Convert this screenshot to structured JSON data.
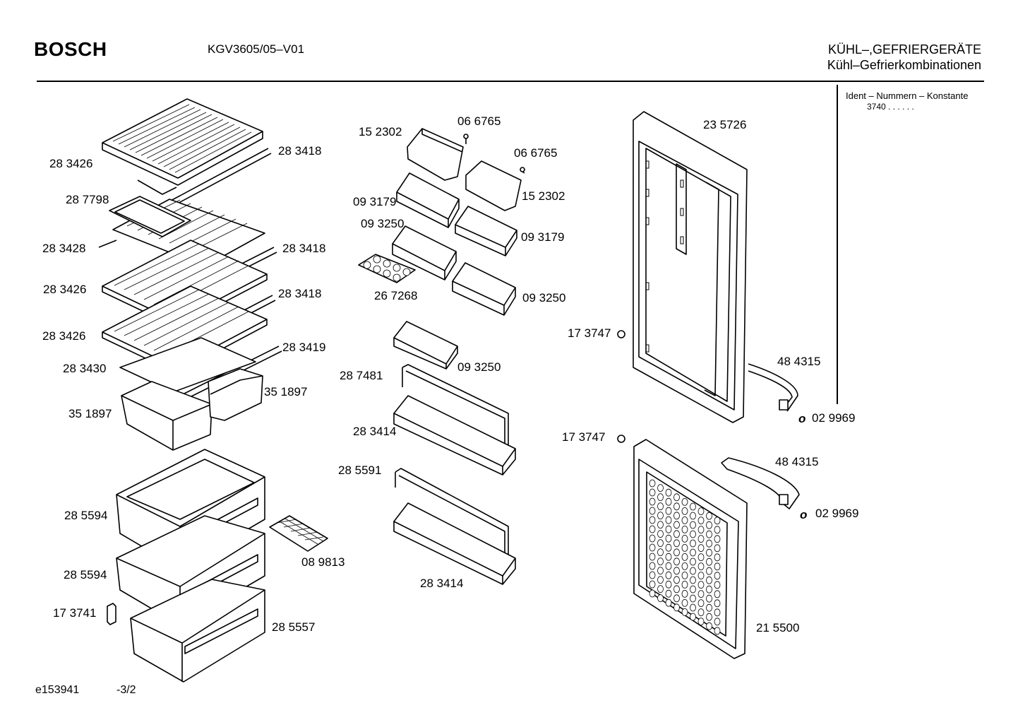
{
  "header": {
    "brand": "BOSCH",
    "model": "KGV3605/05–V01",
    "category_line1": "KÜHL–,GEFRIERGERÄTE",
    "category_line2": "Kühl–Gefrierkombinationen"
  },
  "ident": {
    "title": "Ident – Nummern – Konstante",
    "value": "3740  .  .     .  .  .  ."
  },
  "parts": [
    {
      "id": "p1",
      "label": "28 3426"
    },
    {
      "id": "p2",
      "label": "28 3418"
    },
    {
      "id": "p3",
      "label": "28 7798"
    },
    {
      "id": "p4",
      "label": "28 3428"
    },
    {
      "id": "p5",
      "label": "28 3418"
    },
    {
      "id": "p6",
      "label": "28 3426"
    },
    {
      "id": "p7",
      "label": "28 3418"
    },
    {
      "id": "p8",
      "label": "28 3426"
    },
    {
      "id": "p9",
      "label": "28 3419"
    },
    {
      "id": "p10",
      "label": "28 3430"
    },
    {
      "id": "p11",
      "label": "35 1897"
    },
    {
      "id": "p12",
      "label": "35 1897"
    },
    {
      "id": "p13",
      "label": "28 5594"
    },
    {
      "id": "p14",
      "label": "28 5594"
    },
    {
      "id": "p15",
      "label": "17 3741"
    },
    {
      "id": "p16",
      "label": "28 5557"
    },
    {
      "id": "p17",
      "label": "08 9813"
    },
    {
      "id": "p18",
      "label": "15 2302"
    },
    {
      "id": "p19",
      "label": "06 6765"
    },
    {
      "id": "p20",
      "label": "06 6765"
    },
    {
      "id": "p21",
      "label": "15 2302"
    },
    {
      "id": "p22",
      "label": "09 3179"
    },
    {
      "id": "p23",
      "label": "09 3250"
    },
    {
      "id": "p24",
      "label": "09 3179"
    },
    {
      "id": "p25",
      "label": "26 7268"
    },
    {
      "id": "p26",
      "label": "09 3250"
    },
    {
      "id": "p27",
      "label": "09 3250"
    },
    {
      "id": "p28",
      "label": "28 7481"
    },
    {
      "id": "p29",
      "label": "28 3414"
    },
    {
      "id": "p30",
      "label": "28 5591"
    },
    {
      "id": "p31",
      "label": "28 3414"
    },
    {
      "id": "p32",
      "label": "23 5726"
    },
    {
      "id": "p33",
      "label": "17 3747"
    },
    {
      "id": "p34",
      "label": "48 4315"
    },
    {
      "id": "p35",
      "label": "02 9969"
    },
    {
      "id": "p36",
      "label": "17 3747"
    },
    {
      "id": "p37",
      "label": "48 4315"
    },
    {
      "id": "p38",
      "label": "02 9969"
    },
    {
      "id": "p39",
      "label": "21 5500"
    }
  ],
  "optional_marker": "o",
  "footer": {
    "drawing_no": "e153941",
    "page": "-3/2"
  }
}
